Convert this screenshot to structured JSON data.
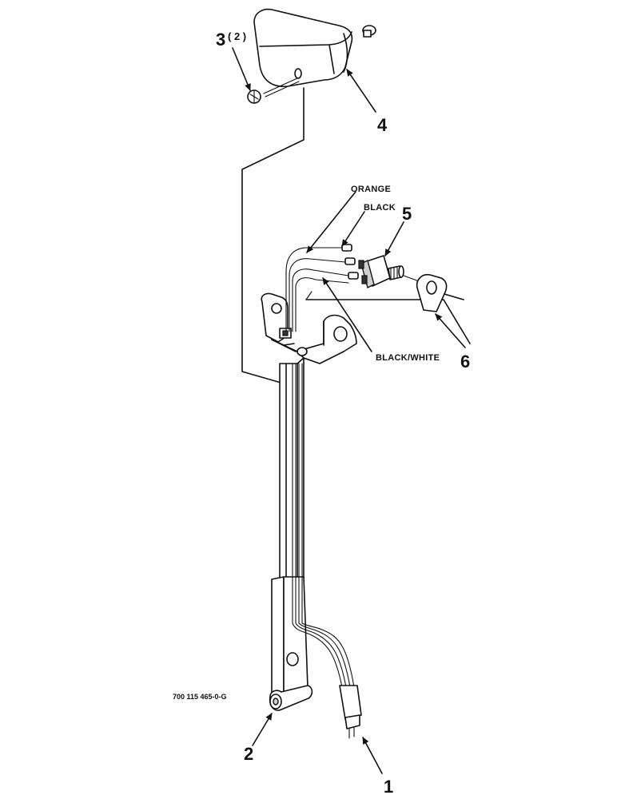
{
  "diagram": {
    "wire_labels": {
      "orange": "ORANGE",
      "black": "BLACK",
      "black_white": "BLACK/WHITE"
    },
    "callouts": {
      "item_1": "1",
      "item_2": "2",
      "item_3": "3",
      "item_3_qty": "( 2 )",
      "item_4": "4",
      "item_5": "5",
      "item_6": "6"
    },
    "part_number": "700 115 465-0-G"
  }
}
